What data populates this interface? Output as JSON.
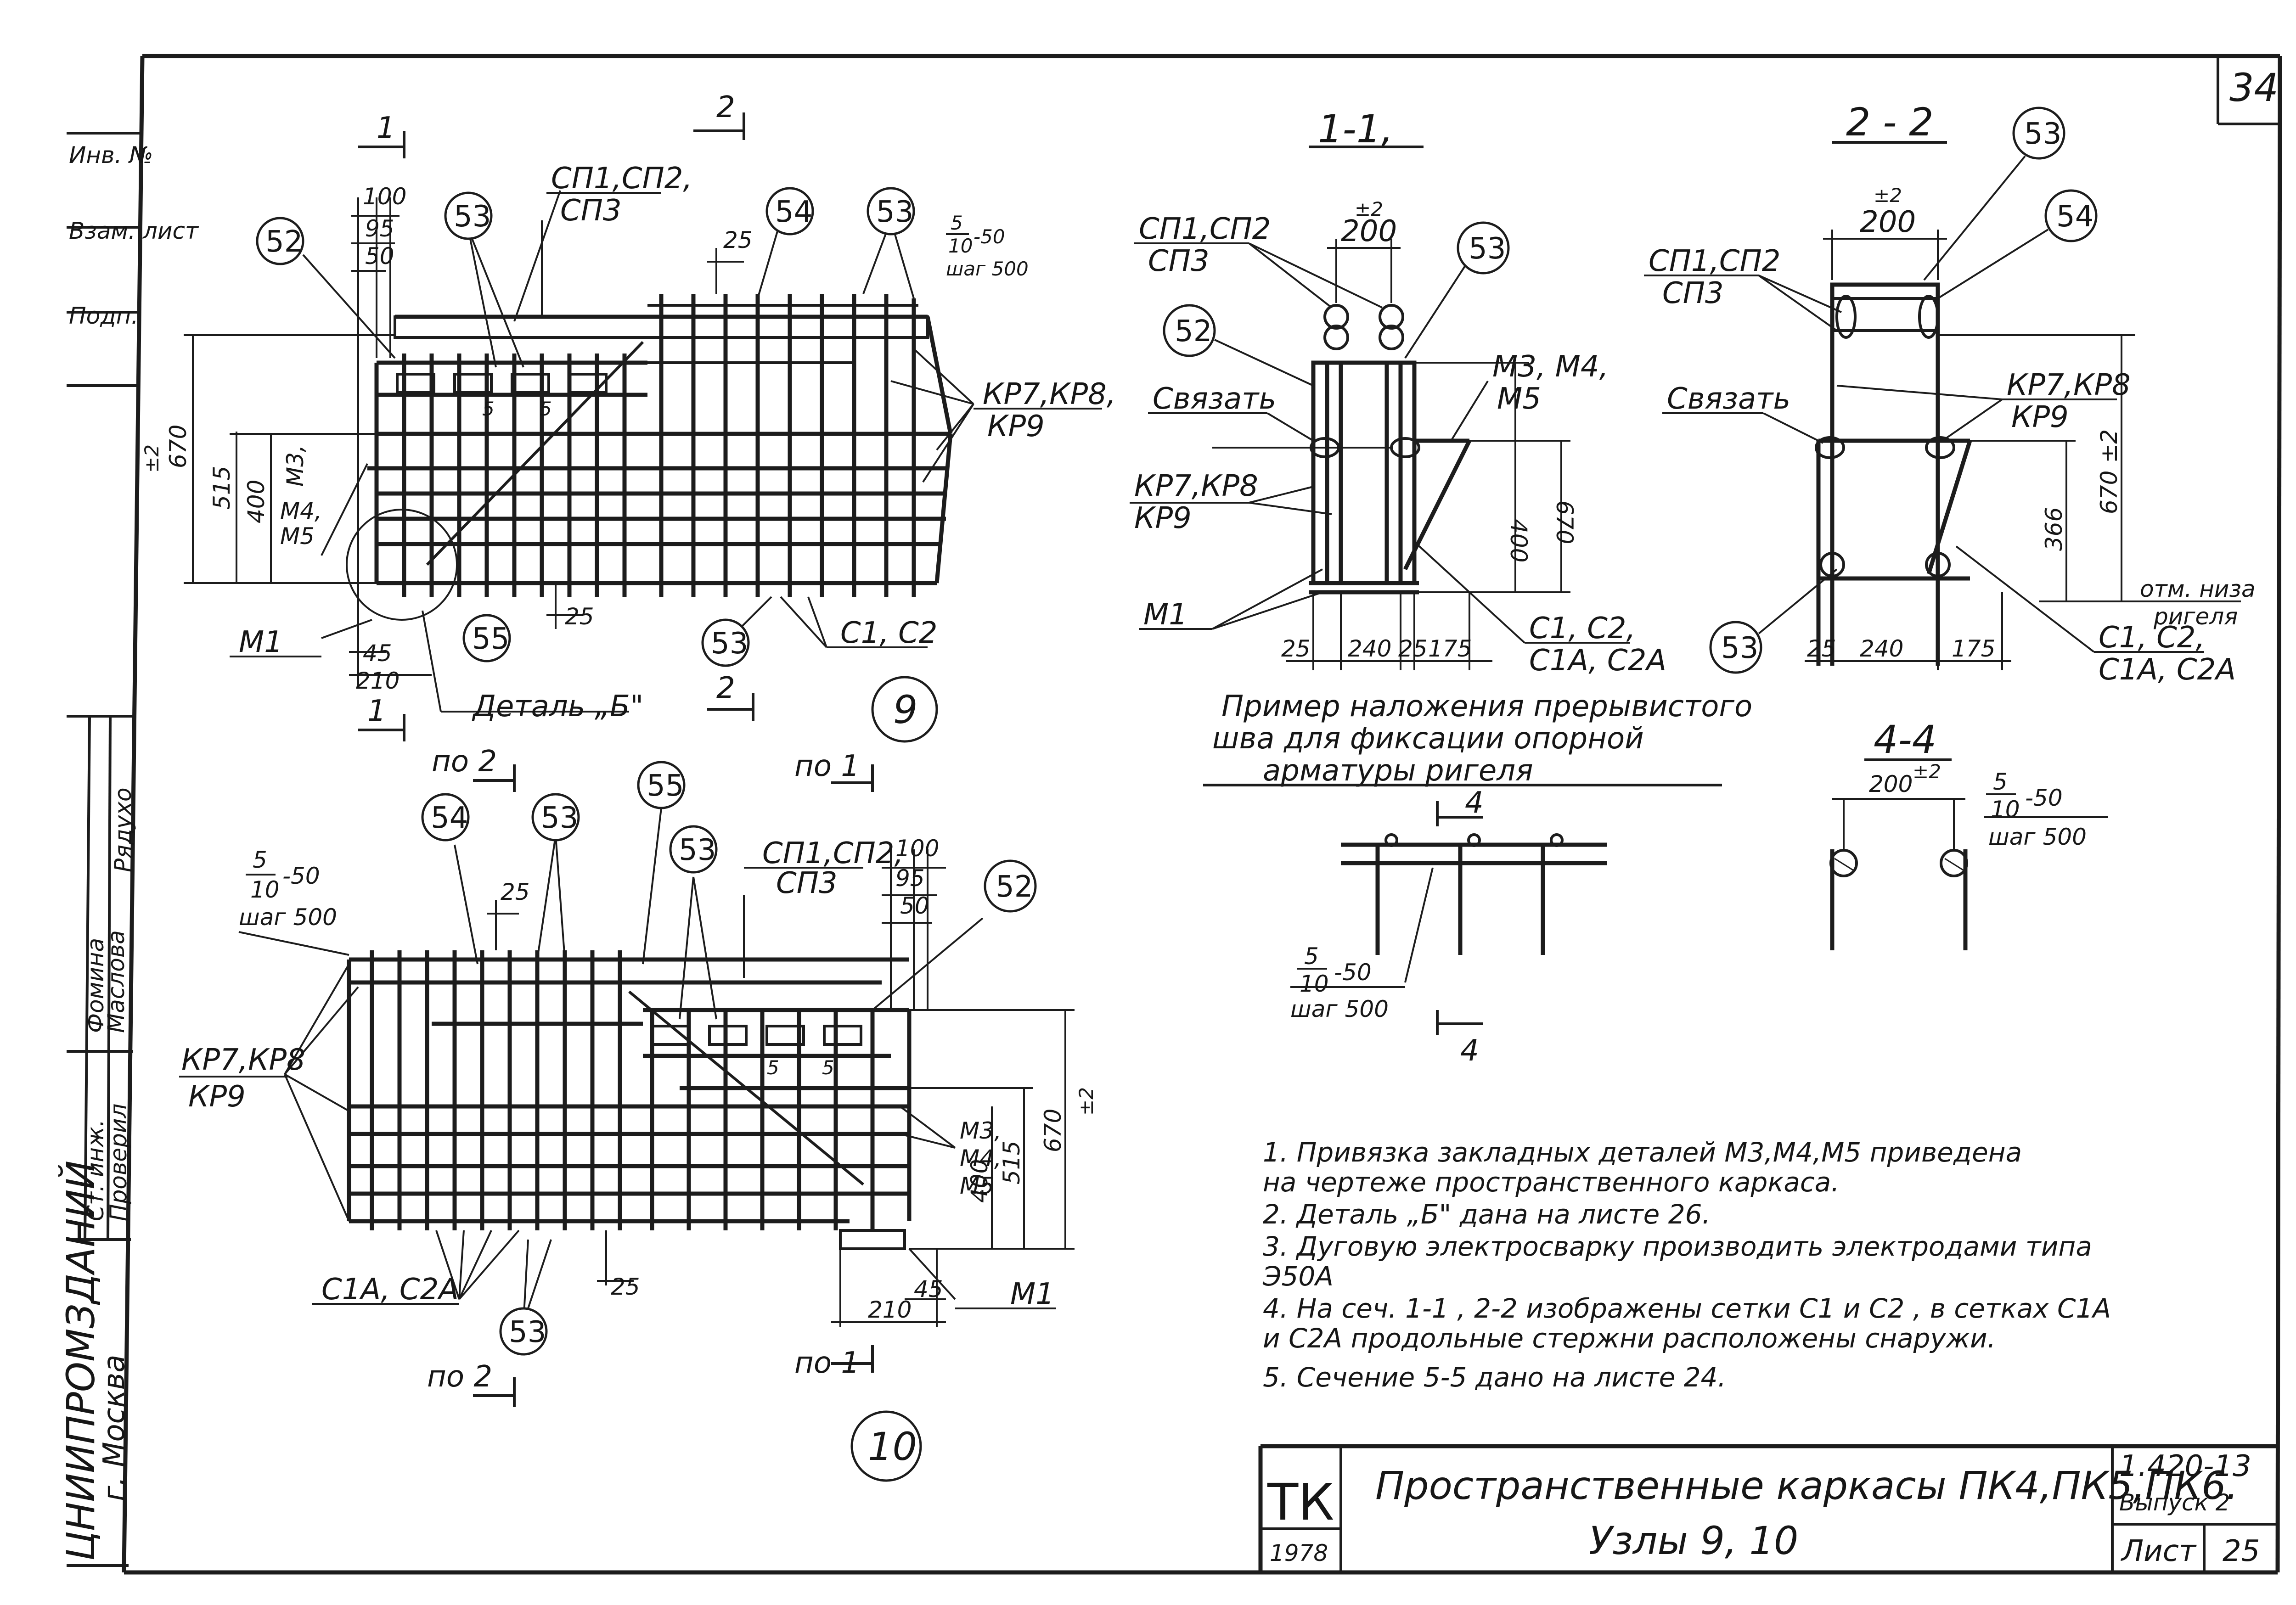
{
  "sheet": {
    "number_top": "34",
    "sheet_label": "Лист",
    "sheet_value": "25",
    "code": "1.420-13",
    "issue": "Выпуск 2"
  },
  "title_block": {
    "tk": "ТК",
    "year": "1978",
    "title_line1": "Пространственные каркасы ПК4,ПК5,ПК6.",
    "title_line2": "Узлы 9, 10"
  },
  "side_stamp": {
    "org": "ЦНИИПРОМЗДАНИЙ",
    "city": "г. Москва",
    "roles": [
      "Ст. инж.",
      "Проверил"
    ],
    "names": [
      "Фомина",
      "Маслова",
      "Рядухо"
    ],
    "frame_labels": [
      "Инв. №",
      "Взам. лист",
      "Подп."
    ]
  },
  "node9": {
    "number": "9",
    "cut_marks": [
      "1",
      "2",
      "1",
      "2"
    ],
    "bubbles": [
      "52",
      "53",
      "54",
      "53",
      "55",
      "53"
    ],
    "labels": {
      "sp": "СП1,СП2,",
      "sp2": "СП3",
      "kr": "КР7,КР8,",
      "kr2": "КР9",
      "m": "М3,",
      "m2": "М4,",
      "m3": "М5",
      "m1": "М1",
      "c": "С1, С2",
      "detail": "Деталь „Б\"",
      "weld": "5",
      "weld_den": "10",
      "weld_len": "-50",
      "step": "шаг 500"
    },
    "dims": [
      "100",
      "95",
      "50",
      "25",
      "670",
      "±2",
      "515",
      "400",
      "25",
      "45",
      "210"
    ]
  },
  "node10": {
    "number": "10",
    "cut_marks": [
      "по 2",
      "по 1",
      "по 2",
      "по 1"
    ],
    "bubbles": [
      "54",
      "53",
      "55",
      "53",
      "52",
      "53"
    ],
    "labels": {
      "weld": "5",
      "weld_den": "10",
      "weld_len": "-50",
      "step": "шаг 500",
      "kr": "КР7,КР8",
      "kr2": "КР9",
      "sp": "СП1,СП2,",
      "sp2": "СП3",
      "m": "М3,",
      "m2": "М4,",
      "m3": "М5",
      "m1": "М1",
      "c": "С1А, С2А"
    },
    "dims": [
      "25",
      "100",
      "95",
      "50",
      "670",
      "±2",
      "515",
      "400",
      "25",
      "45",
      "210"
    ]
  },
  "section11": {
    "title": "1-1,",
    "bubbles": [
      "53",
      "52"
    ],
    "labels": {
      "sp": "СП1,СП2",
      "sp2": "СП3",
      "tie": "Связать",
      "kr": "КР7,КР8",
      "kr2": "КР9",
      "m": "М3, М4,",
      "m2": "М5",
      "m1": "М1",
      "c": "С1, С2,",
      "c2": "С1А, С2А"
    },
    "dims": [
      "±2",
      "200",
      "670",
      "400",
      "25",
      "240",
      "25",
      "175"
    ]
  },
  "section22": {
    "title": "2 - 2",
    "bubbles": [
      "53",
      "54",
      "53"
    ],
    "labels": {
      "sp": "СП1,СП2",
      "sp2": "СП3",
      "tie": "Связать",
      "kr": "КР7,КР8",
      "kr2": "КР9",
      "mark": "отм. низа",
      "mark2": "ригеля",
      "c": "С1, С2,",
      "c2": "С1А, С2А"
    },
    "dims": [
      "±2",
      "200",
      "670 ±2",
      "366",
      "25",
      "240",
      "175"
    ]
  },
  "weld_example": {
    "caption1": "Пример наложения прерывистого",
    "caption2": "шва для фиксации опорной",
    "caption3": "арматуры ригеля",
    "weld": "5",
    "weld_den": "10",
    "weld_len": "-50",
    "step": "шаг 500",
    "cut": "4"
  },
  "section44": {
    "title": "4-4",
    "dims": [
      "200",
      "±2"
    ],
    "weld": "5",
    "weld_den": "10",
    "weld_len": "-50",
    "step": "шаг 500"
  },
  "notes": [
    "1.  Привязка закладных деталей М3,М4,М5 приведена",
    "     на чертеже пространственного каркаса.",
    "2.  Деталь „Б\" дана на листе 26.",
    "3.  Дуговую электросварку производить электродами типа",
    "     Э50А",
    "4.   На сеч. 1-1 , 2-2  изображены сетки С1 и С2 , в сетках С1А",
    "      и С2А  продольные  стержни  расположены  снаружи.",
    "5.  Сечение 5-5  дано на листе 24."
  ]
}
